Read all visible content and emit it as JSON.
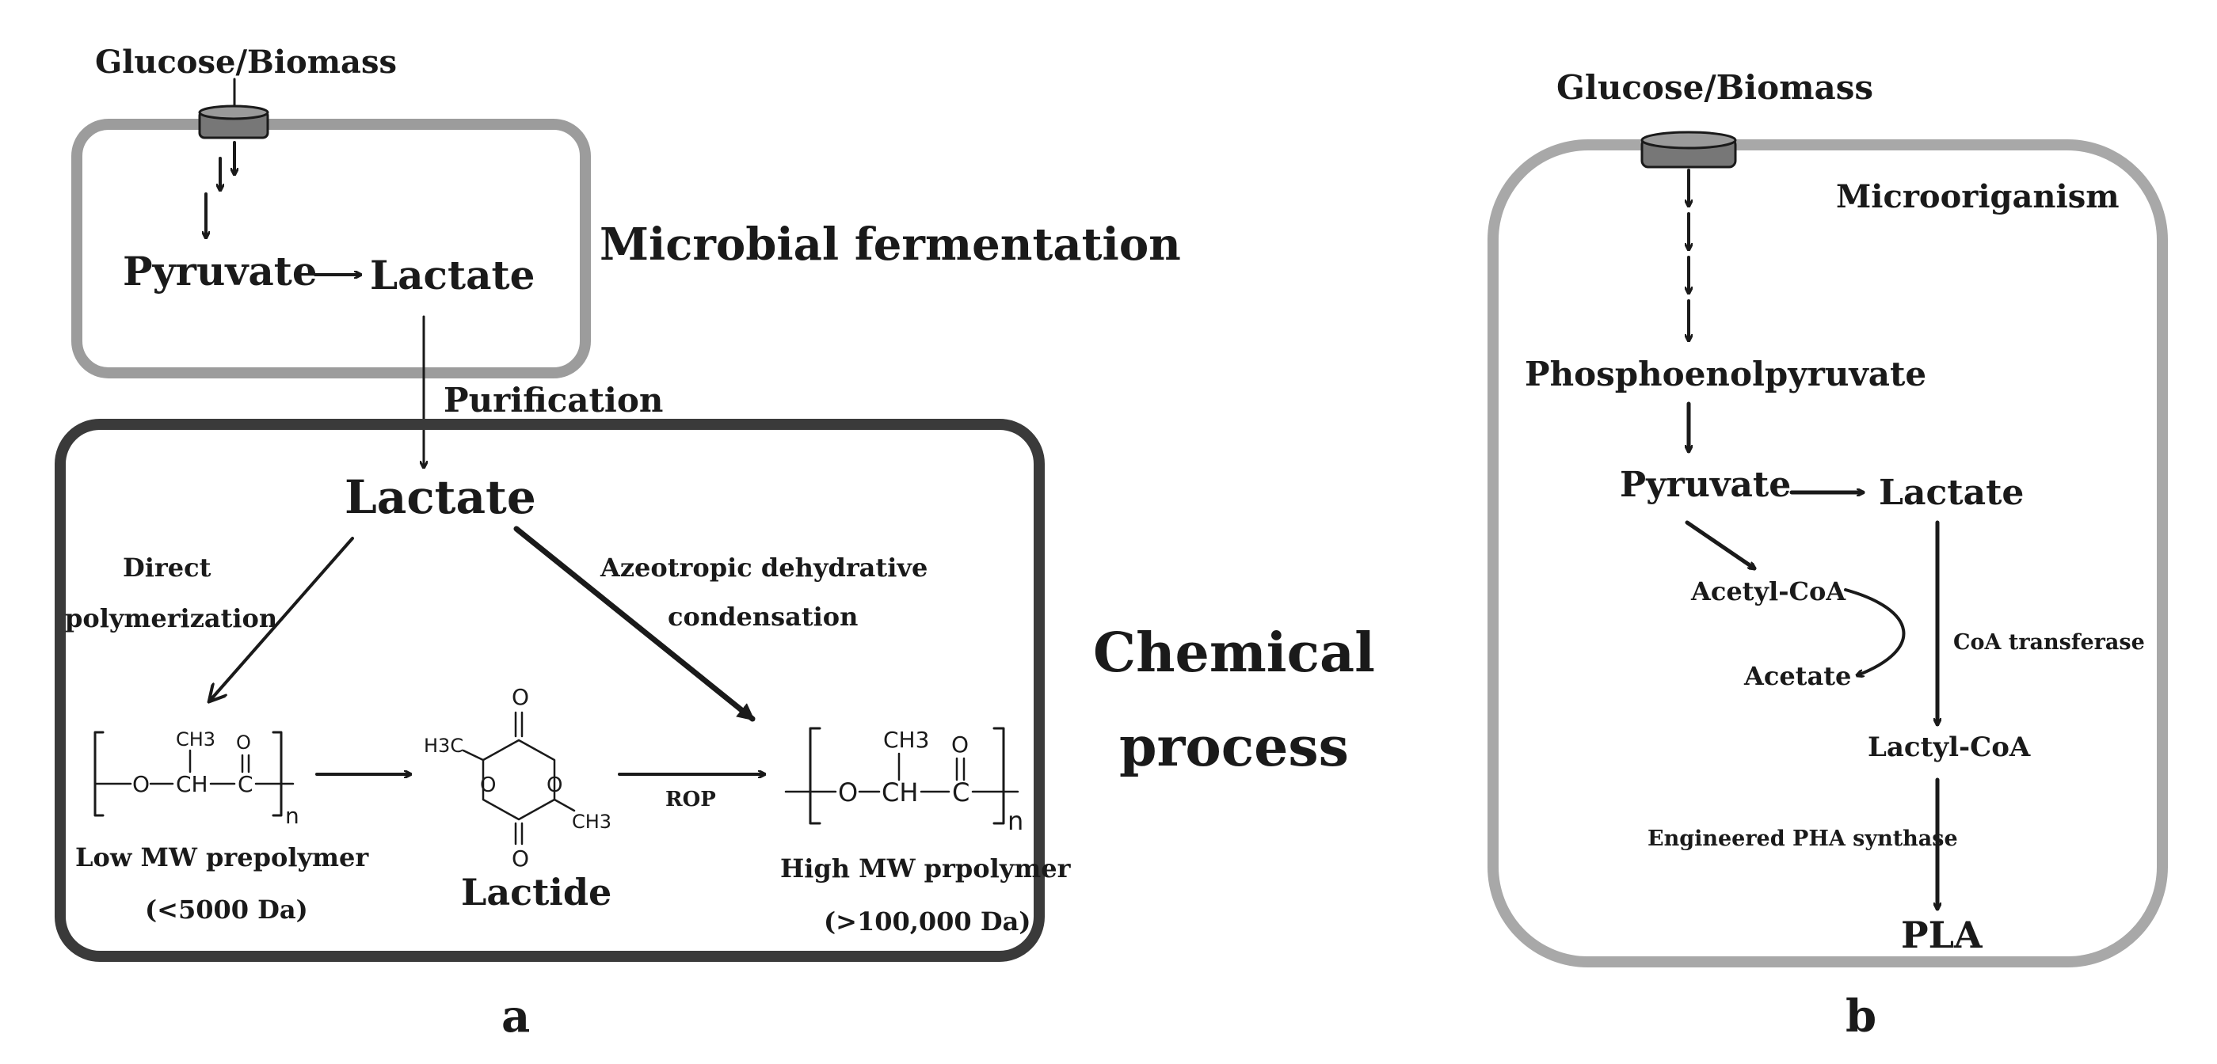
{
  "panel_a": {
    "glucose": "Glucose/Biomass",
    "pyruvate": "Pyruvate",
    "lactate_cell": "Lactate",
    "fermentation_label": "Microbial fermentation",
    "purification": "Purification",
    "lactate_main": "Lactate",
    "direct_1": "Direct",
    "direct_2": "polymerization",
    "azeo_1": "Azeotropic dehydrative",
    "azeo_2": "condensation",
    "chemical_1": "Chemical",
    "chemical_2": "process",
    "rop": "ROP",
    "low_mw_1": "Low MW prepolymer",
    "low_mw_2": "(<5000 Da)",
    "lactide": "Lactide",
    "high_mw_1": "High MW prpolymer",
    "high_mw_2": "(>100,000 Da)",
    "chem": {
      "ch3": "CH3",
      "o": "O",
      "ch": "CH",
      "c": "C",
      "n": "n",
      "h3c": "H3C"
    },
    "panel_label": "a"
  },
  "panel_b": {
    "glucose": "Glucose/Biomass",
    "microorganism": "Microoriganism",
    "pep": "Phosphoenolpyruvate",
    "pyruvate": "Pyruvate",
    "lactate": "Lactate",
    "acetyl_coa": "Acetyl-CoA",
    "acetate": "Acetate",
    "coa_transferase": "CoA transferase",
    "lactyl_coa": "Lactyl-CoA",
    "pha_synthase": "Engineered PHA synthase",
    "pla": "PLA",
    "panel_label": "b"
  }
}
